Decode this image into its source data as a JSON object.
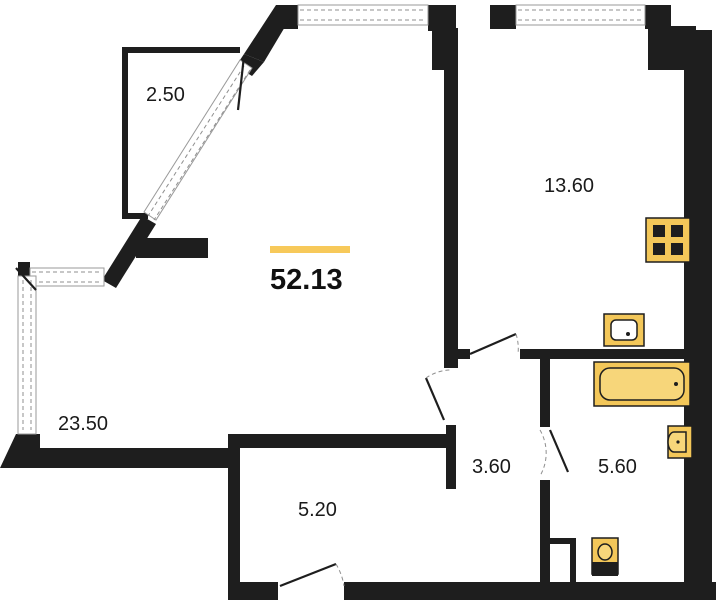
{
  "plan": {
    "total_area": "52.13",
    "colors": {
      "wall": "#1e1e1e",
      "accent": "#f7c95a",
      "fixture": "#f3c759"
    },
    "rooms": [
      {
        "id": "balcony",
        "area": "2.50"
      },
      {
        "id": "living",
        "area": "23.50"
      },
      {
        "id": "bedroom",
        "area": "13.60"
      },
      {
        "id": "hall",
        "area": "5.20"
      },
      {
        "id": "wc",
        "area": "3.60"
      },
      {
        "id": "bathroom",
        "area": "5.60"
      }
    ],
    "fixtures": [
      "stove-icon",
      "kitchen-sink-icon",
      "bathtub-icon",
      "washbasin-icon",
      "toilet-icon"
    ]
  }
}
